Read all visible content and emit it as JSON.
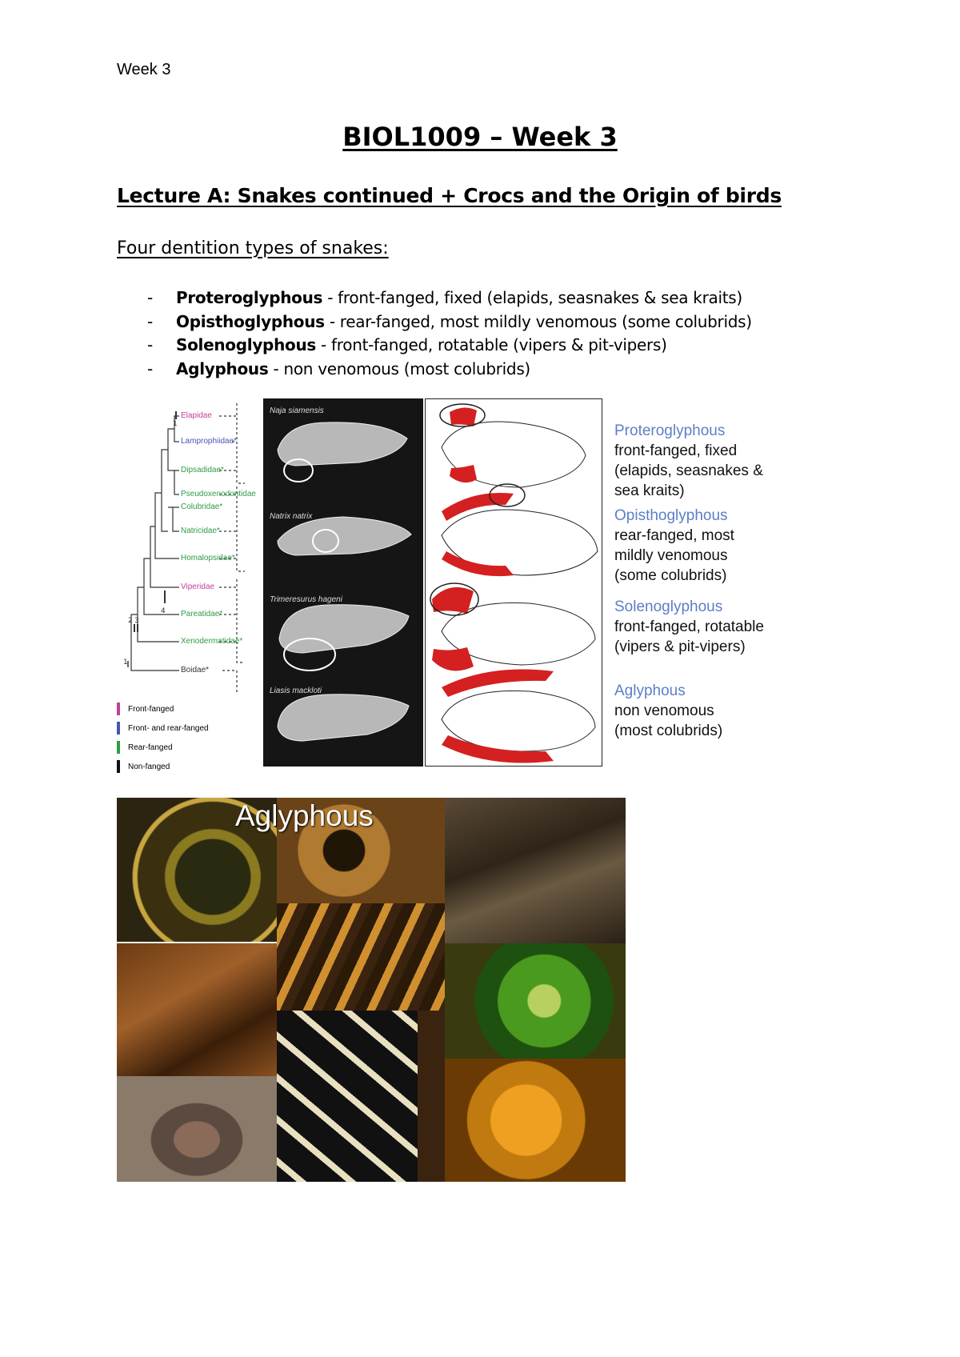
{
  "page": {
    "header": "Week 3",
    "title": "BIOL1009 – Week 3",
    "lecture_heading": "Lecture A: Snakes continued + Crocs and the Origin of birds",
    "subheading": "Four dentition types of snakes:"
  },
  "dentition_types": [
    {
      "dash": "-",
      "name": "Proteroglyphous",
      "desc": " - front-fanged, fixed (elapids, seasnakes & sea kraits)"
    },
    {
      "dash": "-",
      "name": "Opisthoglyphous",
      "desc": " - rear-fanged, most mildly venomous (some colubrids)"
    },
    {
      "dash": "-",
      "name": "Solenoglyphous",
      "desc": " - front-fanged, rotatable (vipers & pit-vipers)"
    },
    {
      "dash": "-",
      "name": "Aglyphous",
      "desc": " - non venomous (most colubrids)"
    }
  ],
  "figure1": {
    "tree_leaves": [
      {
        "label": "Elapidae",
        "color": "pink"
      },
      {
        "label": "Lamprophiidae*",
        "color": "blue"
      },
      {
        "label": "Dipsadidae*",
        "color": "green"
      },
      {
        "label": "Pseudoxenodontidae",
        "color": "green"
      },
      {
        "label": "Colubridae*",
        "color": "green"
      },
      {
        "label": "Natricidae*",
        "color": "green"
      },
      {
        "label": "Homalopsidae*",
        "color": "green"
      },
      {
        "label": "Viperidae",
        "color": "pink"
      },
      {
        "label": "Pareatidae*",
        "color": "green"
      },
      {
        "label": "Xenodermatidae*",
        "color": "green"
      },
      {
        "label": "Boidae*",
        "color": "black"
      }
    ],
    "legend": [
      {
        "label": "Front-fanged",
        "color": "#c2409a"
      },
      {
        "label": "Front- and rear-fanged",
        "color": "#4a55b5"
      },
      {
        "label": "Rear-fanged",
        "color": "#2f9b45"
      },
      {
        "label": "Non-fanged",
        "color": "#111111"
      }
    ],
    "species": [
      "Naja siamensis",
      "Natrix natrix",
      "Trimeresurus hageni",
      "Liasis mackloti"
    ],
    "labels": [
      {
        "name": "Proteroglyphous",
        "desc": [
          "front-fanged, fixed",
          "(elapids, seasnakes &",
          "sea kraits)"
        ]
      },
      {
        "name": "Opisthoglyphous",
        "desc": [
          "rear-fanged, most",
          "mildly venomous",
          "(some colubrids)"
        ]
      },
      {
        "name": "Solenoglyphous",
        "desc": [
          "front-fanged, rotatable",
          "(vipers & pit-vipers)"
        ]
      },
      {
        "name": "Aglyphous",
        "desc": [
          "non venomous",
          "(most colubrids)"
        ]
      }
    ]
  },
  "figure2": {
    "caption": "Aglyphous"
  },
  "colors": {
    "label_blue": "#5b7fc6",
    "fang_red": "#d42020"
  }
}
